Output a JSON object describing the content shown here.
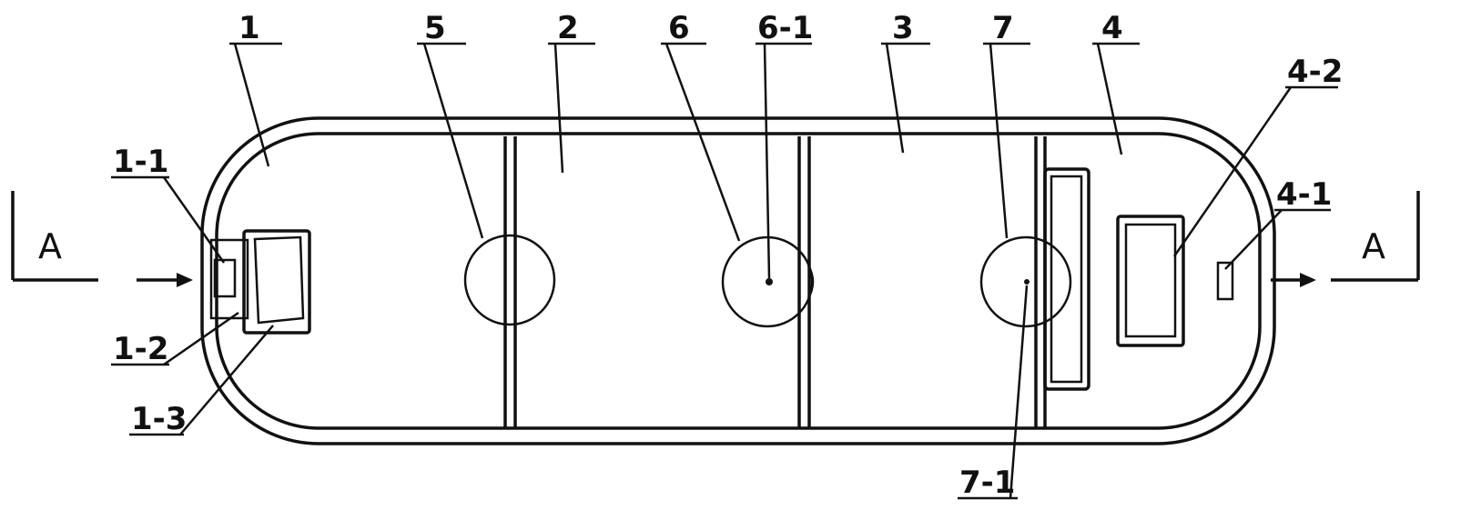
{
  "labels": {
    "l1": "1",
    "l2": "2",
    "l3": "3",
    "l4": "4",
    "l5": "5",
    "l6": "6",
    "l6_1": "6-1",
    "l7": "7",
    "l7_1": "7-1",
    "l1_1": "1-1",
    "l1_2": "1-2",
    "l1_3": "1-3",
    "l4_1": "4-1",
    "l4_2": "4-2"
  },
  "section": {
    "left": "A",
    "right": "A"
  }
}
